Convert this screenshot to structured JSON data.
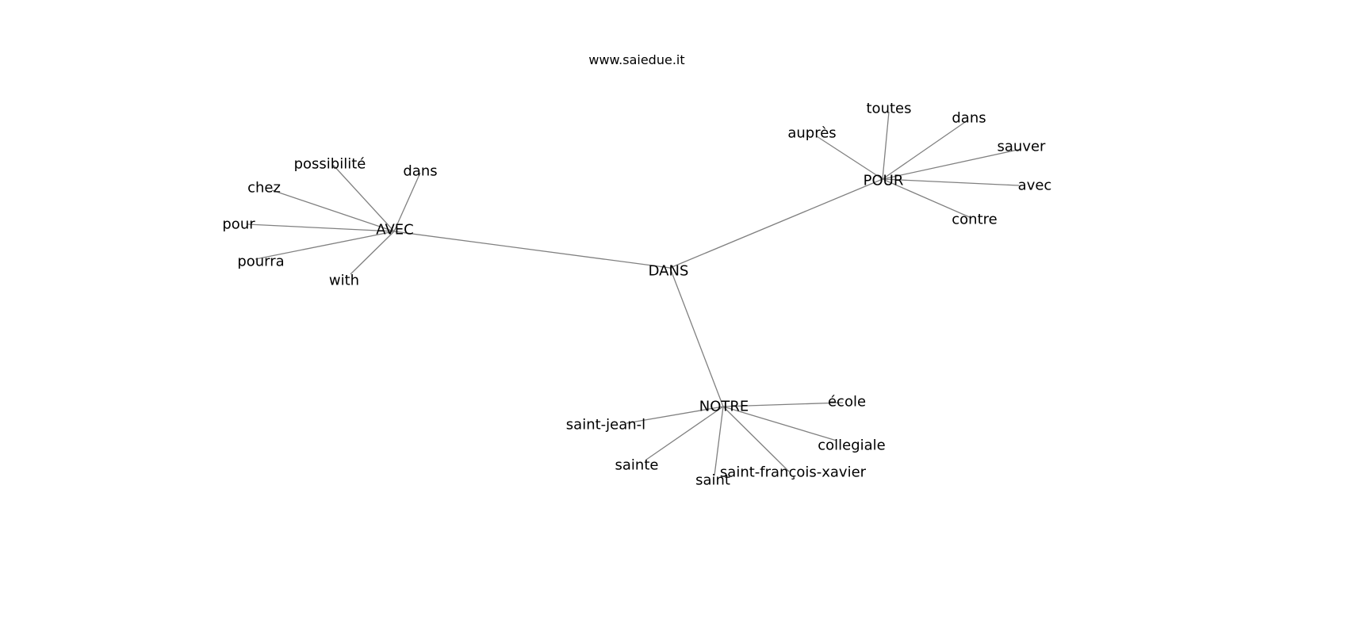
{
  "title": "www.saiedue.it",
  "graph": {
    "nodes": [
      {
        "id": "DANS",
        "label": "DANS"
      },
      {
        "id": "AVEC",
        "label": "AVEC"
      },
      {
        "id": "POUR",
        "label": "POUR"
      },
      {
        "id": "NOTRE",
        "label": "NOTRE"
      },
      {
        "id": "a_possibilite",
        "label": "possibilité"
      },
      {
        "id": "a_dans",
        "label": "dans"
      },
      {
        "id": "a_chez",
        "label": "chez"
      },
      {
        "id": "a_pour",
        "label": "pour"
      },
      {
        "id": "a_pourra",
        "label": "pourra"
      },
      {
        "id": "a_with",
        "label": "with"
      },
      {
        "id": "p_aupres",
        "label": "auprès"
      },
      {
        "id": "p_toutes",
        "label": "toutes"
      },
      {
        "id": "p_dans",
        "label": "dans"
      },
      {
        "id": "p_sauver",
        "label": "sauver"
      },
      {
        "id": "p_avec",
        "label": "avec"
      },
      {
        "id": "p_contre",
        "label": "contre"
      },
      {
        "id": "n_ecole",
        "label": "école"
      },
      {
        "id": "n_saintjeanl",
        "label": "saint-jean-l"
      },
      {
        "id": "n_collegiale",
        "label": "collegiale"
      },
      {
        "id": "n_sainte",
        "label": "sainte"
      },
      {
        "id": "n_saint",
        "label": "saint"
      },
      {
        "id": "n_sfx",
        "label": "saint-françois-xavier"
      }
    ],
    "edges": [
      [
        "DANS",
        "AVEC"
      ],
      [
        "DANS",
        "POUR"
      ],
      [
        "DANS",
        "NOTRE"
      ],
      [
        "AVEC",
        "a_possibilite"
      ],
      [
        "AVEC",
        "a_dans"
      ],
      [
        "AVEC",
        "a_chez"
      ],
      [
        "AVEC",
        "a_pour"
      ],
      [
        "AVEC",
        "a_pourra"
      ],
      [
        "AVEC",
        "a_with"
      ],
      [
        "POUR",
        "p_aupres"
      ],
      [
        "POUR",
        "p_toutes"
      ],
      [
        "POUR",
        "p_dans"
      ],
      [
        "POUR",
        "p_sauver"
      ],
      [
        "POUR",
        "p_avec"
      ],
      [
        "POUR",
        "p_contre"
      ],
      [
        "NOTRE",
        "n_ecole"
      ],
      [
        "NOTRE",
        "n_saintjeanl"
      ],
      [
        "NOTRE",
        "n_collegiale"
      ],
      [
        "NOTRE",
        "n_sainte"
      ],
      [
        "NOTRE",
        "n_saint"
      ],
      [
        "NOTRE",
        "n_sfx"
      ]
    ],
    "edge_color": "#808080"
  }
}
